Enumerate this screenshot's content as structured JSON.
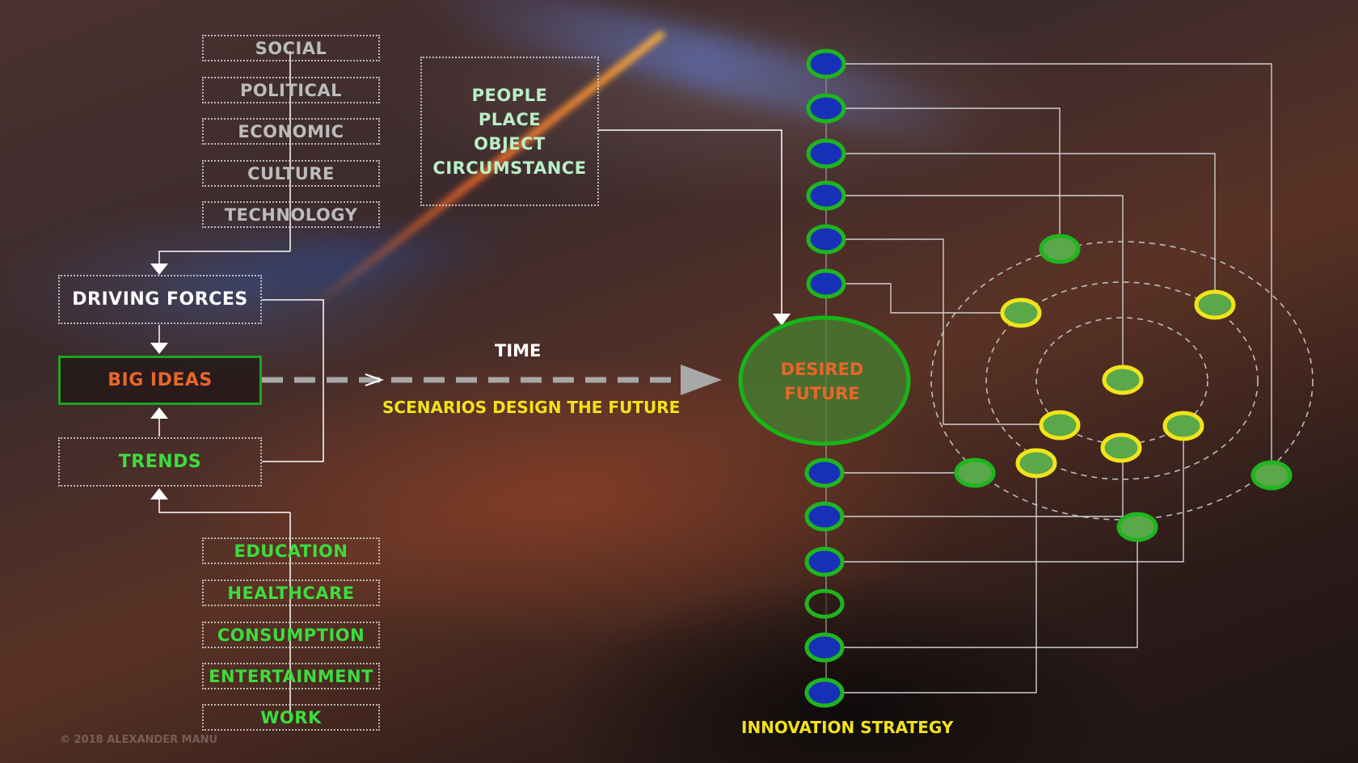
{
  "forces": [
    "SOCIAL",
    "POLITICAL",
    "ECONOMIC",
    "CULTURE",
    "TECHNOLOGY"
  ],
  "driving_forces": "DRIVING FORCES",
  "big_ideas": "BIG IDEAS",
  "trends": "TRENDS",
  "domains": [
    "EDUCATION",
    "HEALTHCARE",
    "CONSUMPTION",
    "ENTERTAINMENT",
    "WORK"
  ],
  "context_lines": [
    "PEOPLE",
    "PLACE",
    "OBJECT",
    "CIRCUMSTANCE"
  ],
  "time_label": "TIME",
  "scenarios_label": "SCENARIOS DESIGN THE  FUTURE",
  "desired_future": [
    "DESIRED",
    "FUTURE"
  ],
  "innovation_strategy": "INNOVATION STRATEGY",
  "watermark": "© 2018 ALEXANDER MANU",
  "colors": {
    "green": "#3ddc3d",
    "orange": "#e8662a",
    "yellow": "#f2e318",
    "blue_node": "#1730b8",
    "ring_green": "#1fa51f",
    "gray_text": "#bcbcbc"
  }
}
